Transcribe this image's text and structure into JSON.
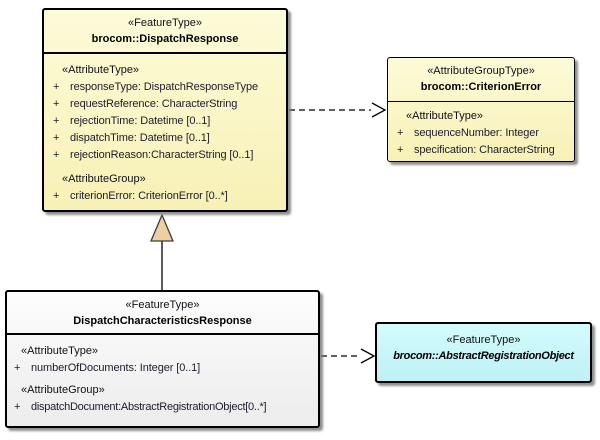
{
  "colors": {
    "background": "#ffffff",
    "feature_fill_top": "#fdfbd8",
    "feature_fill_bottom": "#f7f1b6",
    "neutral_fill_top": "#fdfdfd",
    "neutral_fill_bottom": "#ececec",
    "abstract_fill_top": "#d3fbfd",
    "abstract_fill_bottom": "#bef1f5",
    "border": "#000000",
    "generalization_triangle_fill": "#ecd0a2",
    "text": "#1c1c2b"
  },
  "boxes": {
    "dispatch_response": {
      "stereotype": "«FeatureType»",
      "name": "brocom::DispatchResponse",
      "attribute_type_heading": "«AttributeType»",
      "attributes": [
        {
          "vis": "+",
          "text": "responseType: DispatchResponseType"
        },
        {
          "vis": "+",
          "text": "requestReference: CharacterString"
        },
        {
          "vis": "+",
          "text": "rejectionTime: Datetime [0..1]"
        },
        {
          "vis": "+",
          "text": "dispatchTime: Datetime [0..1]"
        },
        {
          "vis": "+",
          "text": "rejectionReason:CharacterString [0..1]"
        }
      ],
      "attribute_group_heading": "«AttributeGroup»",
      "group_attributes": [
        {
          "vis": "+",
          "text": "criterionError: CriterionError [0..*]"
        }
      ]
    },
    "criterion_error": {
      "stereotype": "«AttributeGroupType»",
      "name": "brocom::CriterionError",
      "attribute_type_heading": "«AttributeType»",
      "attributes": [
        {
          "vis": "+",
          "text": "sequenceNumber: Integer"
        },
        {
          "vis": "+",
          "text": "specification: CharacterString"
        }
      ]
    },
    "dispatch_characteristics_response": {
      "stereotype": "«FeatureType»",
      "name": "DispatchCharacteristicsResponse",
      "attribute_type_heading": "«AttributeType»",
      "attributes": [
        {
          "vis": "+",
          "text": "numberOfDocuments: Integer [0..1]"
        }
      ],
      "attribute_group_heading": "«AttributeGroup»",
      "group_attributes": [
        {
          "vis": "+",
          "text": "dispatchDocument:AbstractRegistrationObject[0..*]"
        }
      ]
    },
    "abstract_registration_object": {
      "stereotype": "«FeatureType»",
      "name": "brocom::AbstractRegistrationObject"
    }
  },
  "connectors": {
    "dependency_to_criterion_error": {
      "type": "dependency",
      "line": "dashed",
      "arrow": "open"
    },
    "generalization_to_dispatch_response": {
      "type": "generalization",
      "line": "solid",
      "arrow": "hollow-triangle"
    },
    "dependency_to_abstract_registration_object": {
      "type": "dependency",
      "line": "dashed",
      "arrow": "open"
    }
  }
}
